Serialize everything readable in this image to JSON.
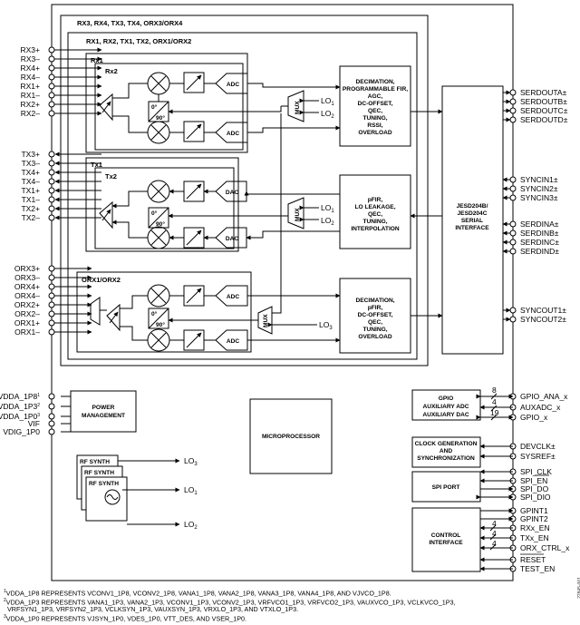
{
  "outer_group_title": "RX3, RX4, TX3, TX4, ORX3/ORX4",
  "inner_group_title": "RX1, RX2, TX1, TX2, ORX1/ORX2",
  "rx_block": {
    "title_back": "Rx1",
    "title_front": "Rx2",
    "adc": "ADC",
    "mux": "MUX",
    "lo1": "LO",
    "lo1_sub": "1",
    "lo2": "LO",
    "lo2_sub": "2",
    "dsp": [
      "DECIMATION,",
      "PROGRAMMABLE FIR,",
      "AGC,",
      "DC-OFFSET,",
      "QEC,",
      "TUNING,",
      "RSSI,",
      "OVERLOAD"
    ]
  },
  "tx_block": {
    "title_back": "Tx1",
    "title_front": "Tx2",
    "dac": "DAC",
    "mux": "MUX",
    "lo1": "LO",
    "lo1_sub": "1",
    "lo2": "LO",
    "lo2_sub": "2",
    "dsp": [
      "pFIR,",
      "LO LEAKAGE,",
      "QEC,",
      "TUNING,",
      "INTERPOLATION"
    ]
  },
  "orx_block": {
    "title": "ORX1/ORX2",
    "adc": "ADC",
    "mux": "MUX",
    "lo3": "LO",
    "lo3_sub": "3",
    "dsp": [
      "DECIMATION,",
      "pFIR,",
      "DC-OFFSET,",
      "QEC,",
      "TUNING,",
      "OVERLOAD"
    ]
  },
  "phase": {
    "p0": "0°",
    "p90": "90°"
  },
  "jesd": [
    "JESD204B/",
    "JESD204C",
    "SERIAL",
    "INTERFACE"
  ],
  "left_pins_rx": [
    "RX3+",
    "RX3–",
    "RX4+",
    "RX4–",
    "RX1+",
    "RX1–",
    "RX2+",
    "RX2–"
  ],
  "left_pins_tx": [
    "TX3+",
    "TX3–",
    "TX4+",
    "TX4–",
    "TX1+",
    "TX1–",
    "TX2+",
    "TX2–"
  ],
  "left_pins_orx": [
    "ORX3+",
    "ORX3–",
    "ORX4+",
    "ORX4–",
    "ORX2+",
    "ORX2–",
    "ORX1+",
    "ORX1–"
  ],
  "left_pins_power": [
    "VDDA_1P8",
    "VDDA_1P3",
    "VDDA_1P0",
    "VIF",
    "VDIG_1P0"
  ],
  "power_sup": [
    "1",
    "2",
    "3"
  ],
  "right_pins_serdout": [
    "SERDOUTA±",
    "SERDOUTB±",
    "SERDOUTC±",
    "SERDOUTD±"
  ],
  "right_pins_syncin": [
    "SYNCIN1±",
    "SYNCIN2±",
    "SYNCIN3±"
  ],
  "right_pins_serdin": [
    "SERDINA±",
    "SERDINB±",
    "SERDINC±",
    "SERDIND±"
  ],
  "right_pins_syncout": [
    "SYNCOUT1±",
    "SYNCOUT2±"
  ],
  "power_mgmt": [
    "POWER",
    "MANAGEMENT"
  ],
  "microprocessor": "MICROPROCESSOR",
  "gpio_block": [
    "GPIO",
    "AUXILIARY ADC",
    "AUXILIARY DAC"
  ],
  "gpio_pins": [
    "GPIO_ANA_x",
    "AUXADC_x",
    "GPIO_x"
  ],
  "gpio_bus": [
    "8",
    "4",
    "19"
  ],
  "clock_block": [
    "CLOCK GENERATION",
    "AND",
    "SYNCHRONIZATION"
  ],
  "clock_pins": [
    "DEVCLK±",
    "SYSREF±"
  ],
  "spi_block": "SPI PORT",
  "spi_pins": [
    "SPI_CLK",
    "SPI_EN",
    "SPI_DO",
    "SPI_DIO"
  ],
  "control_block": [
    "CONTROL",
    "INTERFACE"
  ],
  "control_pins": [
    "GPINT1",
    "GPINT2",
    "RXx_EN",
    "TXx_EN",
    "ORX_CTRL_x",
    "RESET",
    "TEST_EN"
  ],
  "control_bus": [
    "4",
    "4",
    "4"
  ],
  "rf_synth": "RF SYNTH",
  "synth_outputs": [
    {
      "name": "LO",
      "sub": "3"
    },
    {
      "name": "LO",
      "sub": "1"
    },
    {
      "name": "LO",
      "sub": "2"
    }
  ],
  "footnotes": [
    {
      "sup": "1",
      "text": "VDDA_1P8 REPRESENTS VCONV1_1P8, VCONV2_1P8, VANA1_1P8, VANA2_1P8, VANA3_1P8, VANA4_1P8, AND VJVCO_1P8."
    },
    {
      "sup": "2",
      "text": "VDDA_1P3 REPRESENTS VANA1_1P3, VANA2_1P3, VCONV1_1P3, VCONV2_1P3, VRFVCO1_1P3, VRFVCO2_1P3, VAUXVCO_1P3, VCLKVCO_1P3,"
    },
    {
      "sup": "",
      "text": "VRFSYN1_1P3, VRFSYN2_1P3, VCLKSYN_1P3, VAUXSYN_1P3, VRXLO_1P3, AND VTXLO_1P3."
    },
    {
      "sup": "3",
      "text": "VDDA_1P0 REPRESENTS VJSYN_1P0, VDES_1P0, VTT_DES, AND VSER_1P0."
    }
  ],
  "figure_id": "22845-001"
}
